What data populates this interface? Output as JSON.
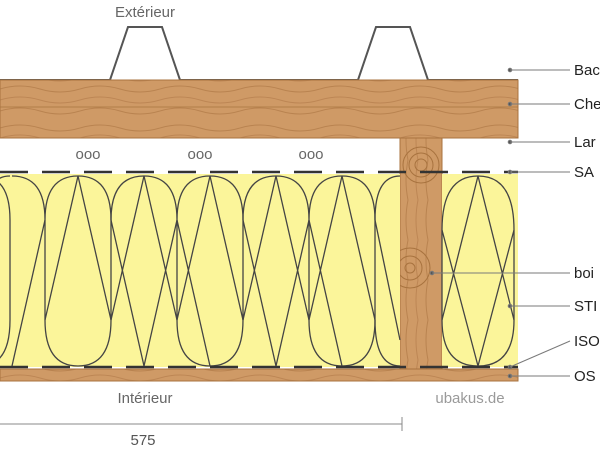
{
  "diagram": {
    "exterior_label": "Extérieur",
    "interior_label": "Intérieur",
    "brand": "ubakus.de",
    "dimension": "575",
    "ventilation_marks": [
      "ooo",
      "ooo",
      "ooo"
    ],
    "layers": [
      {
        "label": "Bac"
      },
      {
        "label": "Che"
      },
      {
        "label": "Lar"
      },
      {
        "label": "SA"
      },
      {
        "label": "boi"
      },
      {
        "label": "STI"
      },
      {
        "label": "ISO"
      },
      {
        "label": "OS"
      }
    ],
    "colors": {
      "wood": "#c9935e",
      "wood_dark": "#b57f4c",
      "insulation": "#fbf59a",
      "insulation_stroke": "#444444",
      "leader": "#7a7a7a",
      "steel": "#ffffff"
    }
  }
}
